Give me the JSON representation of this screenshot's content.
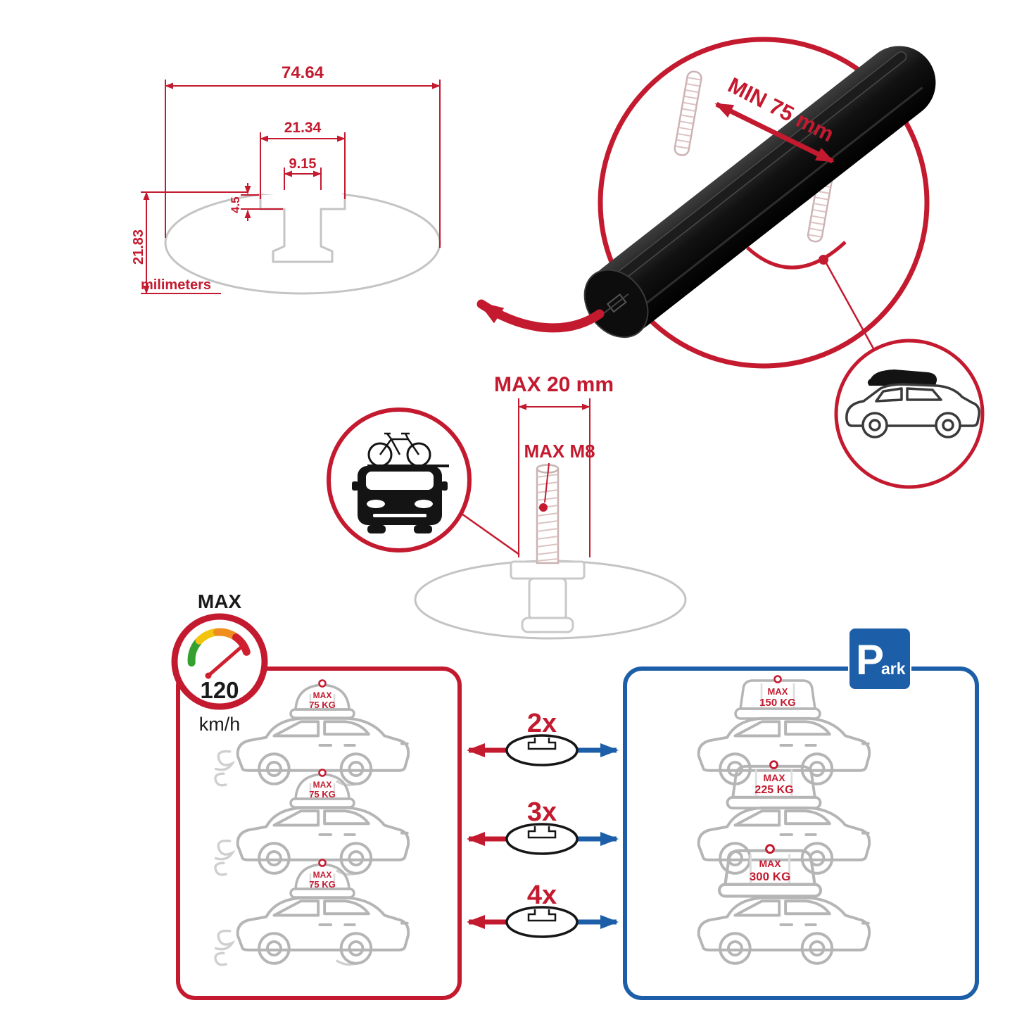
{
  "colors": {
    "accent_red": "#c41a2f",
    "accent_blue": "#1c5fa8",
    "outline_gray": "#b5b5b5",
    "bar_black": "#0d0d0d"
  },
  "profile_drawing": {
    "dim_total_width": "74.64",
    "dim_slot_outer_width": "21.34",
    "dim_slot_inner_width": "9.15",
    "dim_slot_depth": "4.5",
    "dim_total_height": "21.83",
    "units_label": "milimeters"
  },
  "clamp_detail": {
    "min_clamp_span": "MIN 75 mm"
  },
  "bolt_detail": {
    "max_bolt_length": "MAX 20 mm",
    "max_thread_size": "MAX M8"
  },
  "speed_gauge": {
    "title": "MAX",
    "value": "120",
    "units": "km/h"
  },
  "crossbar_options": [
    {
      "count": "2x",
      "driving_load_title": "MAX",
      "driving_load_value": "75 KG",
      "parked_load_title": "MAX",
      "parked_load_value": "150 KG"
    },
    {
      "count": "3x",
      "driving_load_title": "MAX",
      "driving_load_value": "75 KG",
      "parked_load_title": "MAX",
      "parked_load_value": "225 KG"
    },
    {
      "count": "4x",
      "driving_load_title": "MAX",
      "driving_load_value": "75 KG",
      "parked_load_title": "MAX",
      "parked_load_value": "300 KG"
    }
  ],
  "parking_sign": {
    "initial": "P",
    "rest": "ark"
  }
}
